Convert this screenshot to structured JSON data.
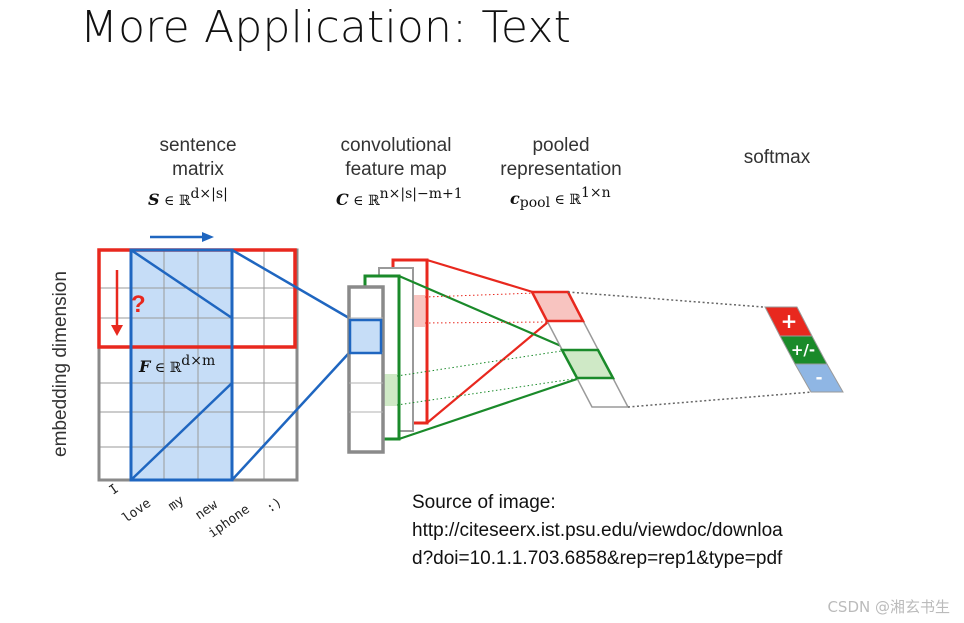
{
  "title": "More Application: Text",
  "labels": {
    "sentence_matrix_l1": "sentence",
    "sentence_matrix_l2": "matrix",
    "sentence_matrix_math": "S ∈ ℝ^{d×|s|}",
    "feature_map_l1": "convolutional",
    "feature_map_l2": "feature map",
    "feature_map_math": "C ∈ ℝ^{n×|s|−m+1}",
    "pooled_l1": "pooled",
    "pooled_l2": "representation",
    "pooled_math": "c_pool ∈ ℝ^{1×n}",
    "softmax": "softmax",
    "embedding_axis": "embedding dimension",
    "filter_math": "F ∈ ℝ^{d×m}",
    "question_mark": "?"
  },
  "math_parts": {
    "S": "S",
    "S_rest": " ∈ ℝ",
    "S_sup": "d×|s|",
    "C": "C",
    "C_rest": " ∈ ℝ",
    "C_sup": "n×|s|−m+1",
    "c": "c",
    "c_sub": "pool",
    "c_rest": " ∈ ℝ",
    "c_sup": "1×n",
    "F": "F",
    "F_rest": " ∈ ℝ",
    "F_sup": "d×m"
  },
  "words": [
    "I",
    "love",
    "my",
    "new",
    "iphone",
    ":)"
  ],
  "softmax_outputs": [
    "+",
    "+/-",
    "-"
  ],
  "colors": {
    "red": "#e8281e",
    "green": "#1a8a2a",
    "blue": "#1f66c0",
    "light_blue": "#c6ddf7",
    "gray": "#8a8a8a",
    "softmax_red": "#e8281e",
    "softmax_green": "#1a8a2a",
    "softmax_blue": "#8fb6e4"
  },
  "source": {
    "line1": "Source of image:",
    "line2": "http://citeseerx.ist.psu.edu/viewdoc/downloa",
    "line3": "d?doi=10.1.1.703.6858&rep=rep1&type=pdf"
  },
  "watermark": "CSDN @湘玄书生"
}
